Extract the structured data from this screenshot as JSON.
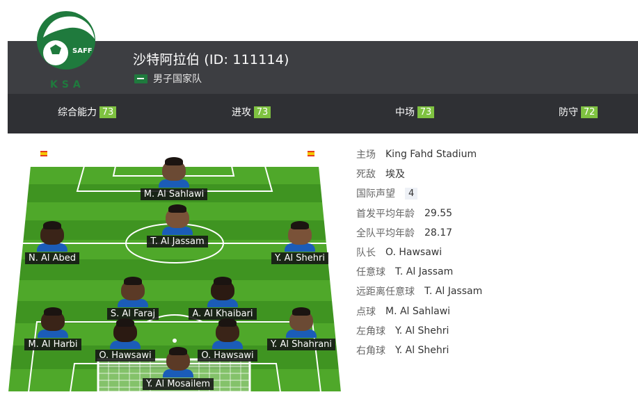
{
  "team": {
    "logo_text": "SAFF",
    "logo_code": "KSA",
    "title": "沙特阿拉伯 (ID: 111114)",
    "subtitle": "男子国家队",
    "flag_icon": "saudi-flag-icon"
  },
  "ratings": [
    {
      "label": "综合能力",
      "value": "73"
    },
    {
      "label": "进攻",
      "value": "73"
    },
    {
      "label": "中场",
      "value": "73"
    },
    {
      "label": "防守",
      "value": "72"
    }
  ],
  "players": [
    {
      "name": "M. Al Sahlawi",
      "skin": "#6b4a34"
    },
    {
      "name": "T. Al Jassam",
      "skin": "#7a5238"
    },
    {
      "name": "N. Al Abed",
      "skin": "#3a2418"
    },
    {
      "name": "Y. Al Shehri",
      "skin": "#7a5238"
    },
    {
      "name": "S. Al Faraj",
      "skin": "#5b3a26"
    },
    {
      "name": "A. Al Khaibari",
      "skin": "#2b1a12"
    },
    {
      "name": "M. Al Harbi",
      "skin": "#3a2418"
    },
    {
      "name": "Y. Al Shahrani",
      "skin": "#6b4a34"
    },
    {
      "name": "O. Hawsawi",
      "skin": "#2b1a12"
    },
    {
      "name": "O. Hawsawi",
      "skin": "#3a2418"
    },
    {
      "name": "Y. Al Mosailem",
      "skin": "#5b3a26"
    }
  ],
  "info": [
    {
      "label": "主场",
      "value": "King Fahd Stadium"
    },
    {
      "label": "死敌",
      "value": "埃及"
    },
    {
      "label": "国际声望",
      "value": "4",
      "badge": true
    },
    {
      "label": "首发平均年龄",
      "value": "29.55"
    },
    {
      "label": "全队平均年龄",
      "value": "28.17"
    },
    {
      "label": "队长",
      "value": "O. Hawsawi"
    },
    {
      "label": "任意球",
      "value": "T. Al Jassam"
    },
    {
      "label": "远距离任意球",
      "value": "T. Al Jassam"
    },
    {
      "label": "点球",
      "value": "M. Al Sahlawi"
    },
    {
      "label": "左角球",
      "value": "Y. Al Shehri"
    },
    {
      "label": "右角球",
      "value": "Y. Al Shehri"
    }
  ],
  "colors": {
    "header_bg": "#2f3034",
    "header_top": "#3d3e42",
    "rating_badge": "#7fc241",
    "pitch_light": "#4fa82a",
    "pitch_dark": "#3f9421",
    "jersey": "#1b5cb8",
    "logo_green": "#1f7a3d"
  }
}
